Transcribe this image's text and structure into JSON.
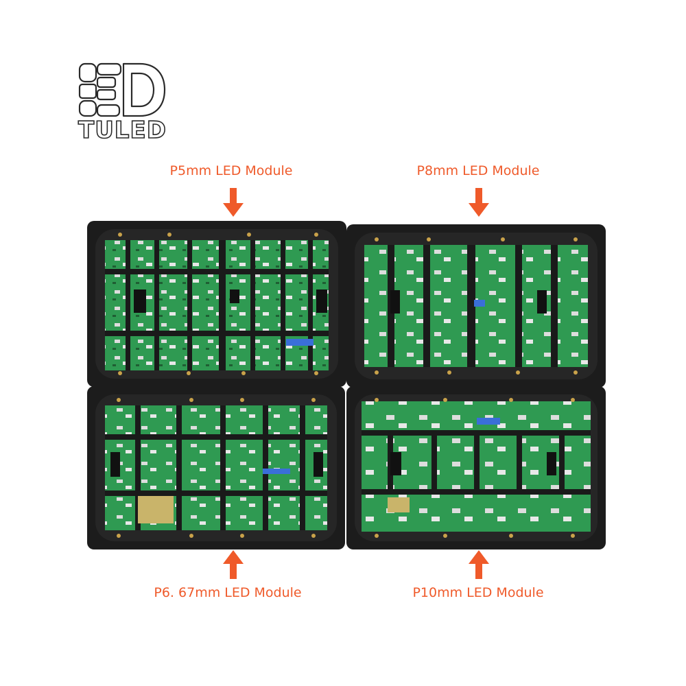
{
  "logo": {
    "text": "TULED"
  },
  "modules": [
    {
      "label": "P5mm LED Module"
    },
    {
      "label": "P8mm LED Module"
    },
    {
      "label": "P6. 67mm LED Module"
    },
    {
      "label": "P10mm LED Module"
    }
  ],
  "colors": {
    "label_accent": "#ef5a2a",
    "board_green": "#2f9a52",
    "frame_black": "#1c1c1c"
  },
  "icons": {
    "arrow_down": "arrow-down-icon",
    "arrow_up": "arrow-up-icon"
  }
}
